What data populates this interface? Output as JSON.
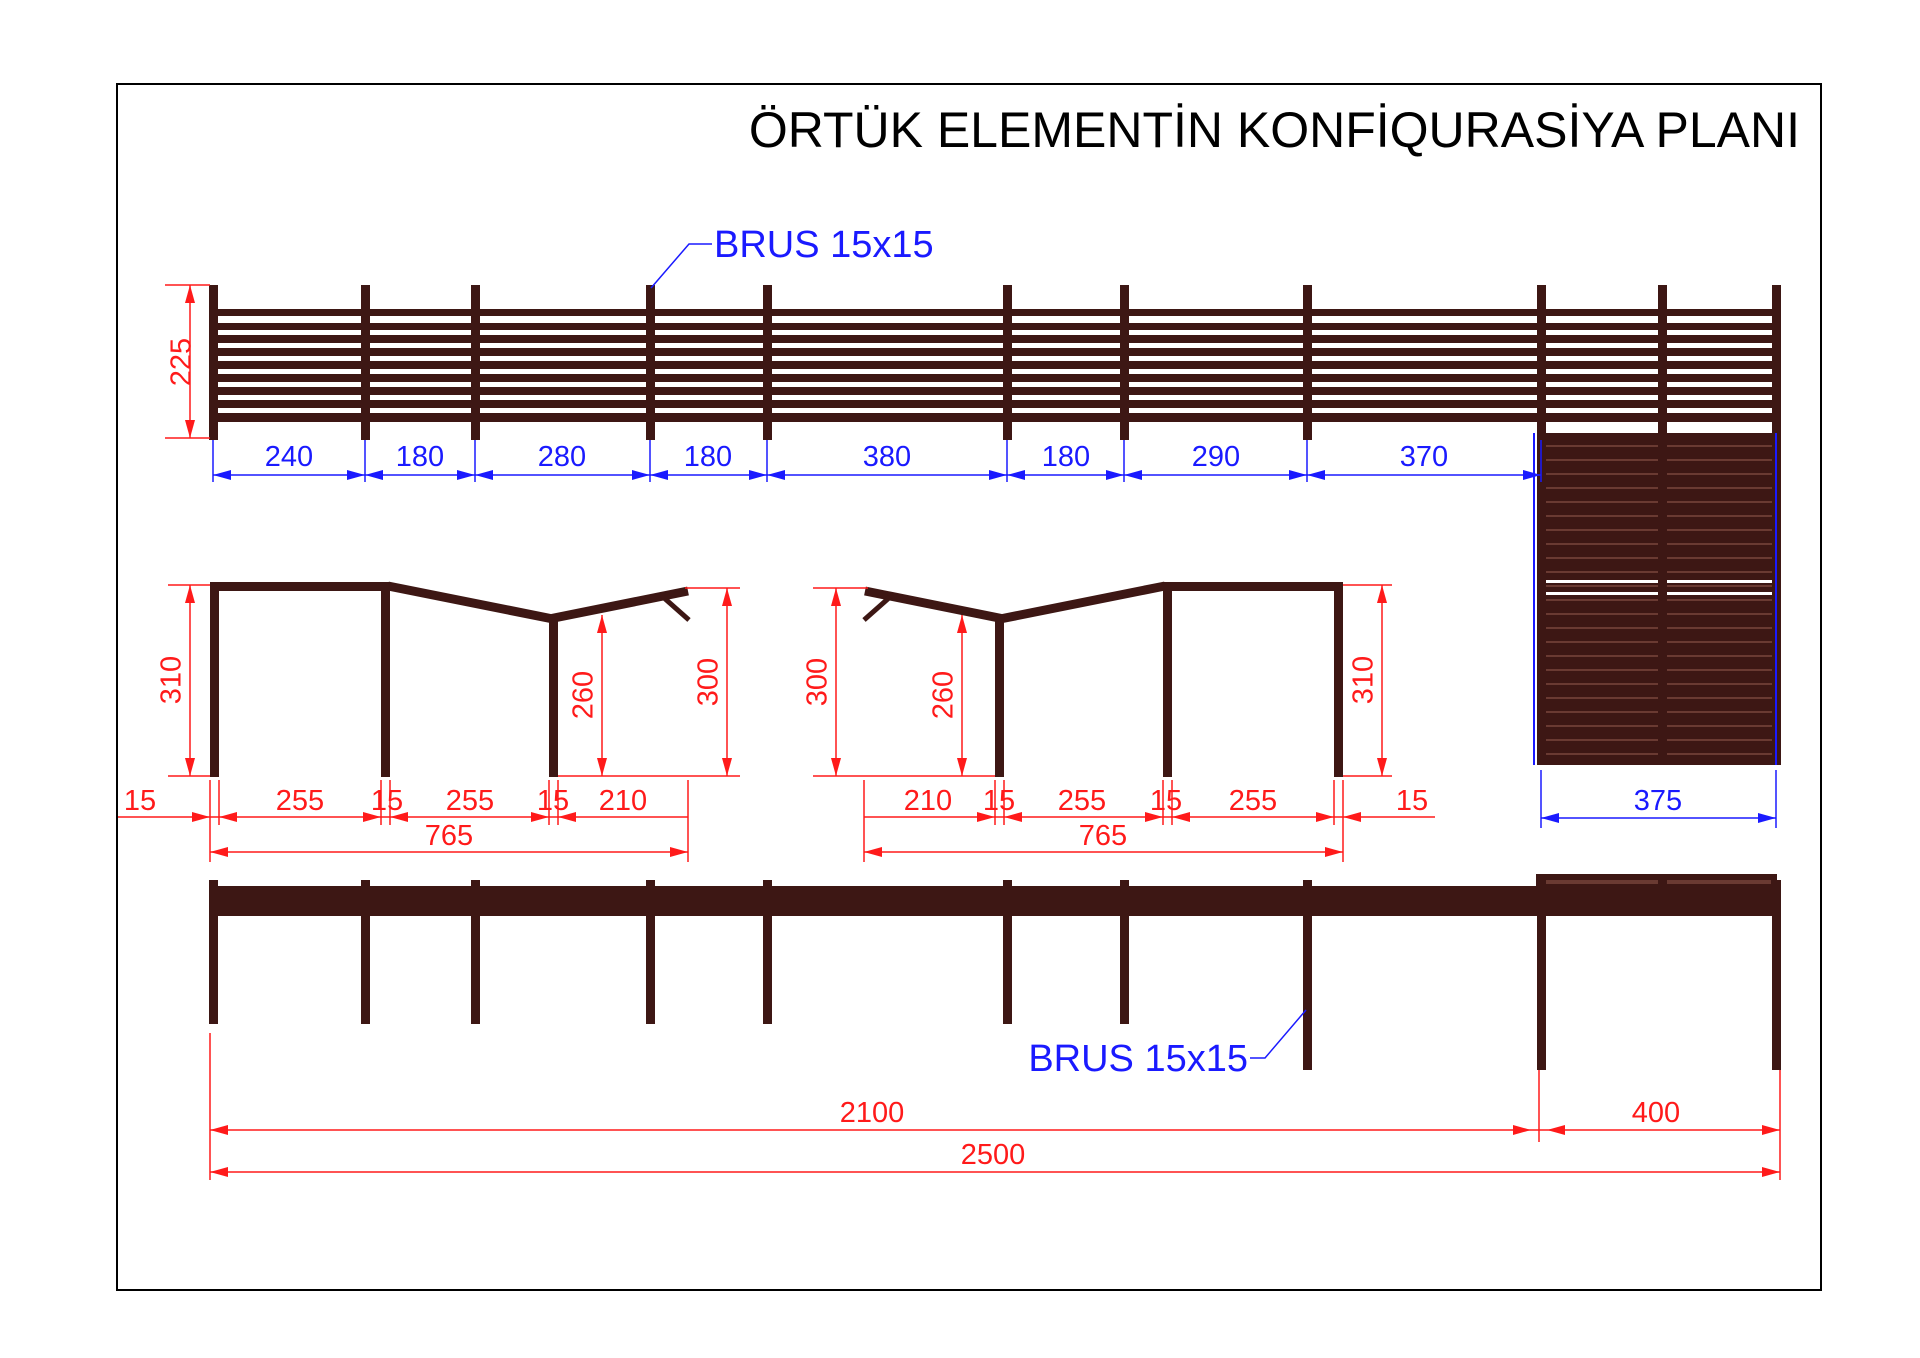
{
  "title": "ÖRTÜK ELEMENTİN KONFİQURASİYA PLANI",
  "notes": {
    "brus_top": "BRUS 15x15",
    "brus_bottom": "BRUS 15x15"
  },
  "top_view": {
    "height_label": "225",
    "spans": [
      "240",
      "180",
      "280",
      "180",
      "380",
      "180",
      "290",
      "370"
    ],
    "extension_width": "375"
  },
  "side_left": {
    "heights": {
      "h310": "310",
      "h260": "260",
      "h300": "300"
    },
    "widths": {
      "w15_outer": "15",
      "w255_a": "255",
      "w15_a": "15",
      "w255_b": "255",
      "w15_b": "15",
      "w210": "210"
    },
    "total": "765"
  },
  "side_right": {
    "heights": {
      "h300": "300",
      "h260": "260",
      "h310": "310"
    },
    "widths": {
      "w210": "210",
      "w15_a": "15",
      "w255_a": "255",
      "w15_b": "15",
      "w255_b": "255",
      "w15_outer": "15"
    },
    "total": "765"
  },
  "front_view": {
    "length_main": "2100",
    "length_ext": "400",
    "length_total": "2500"
  },
  "colors": {
    "wood": "#3d1714",
    "dim_blue": "#1a1aff",
    "dim_red": "#ff1a1a",
    "frame": "#000000"
  }
}
